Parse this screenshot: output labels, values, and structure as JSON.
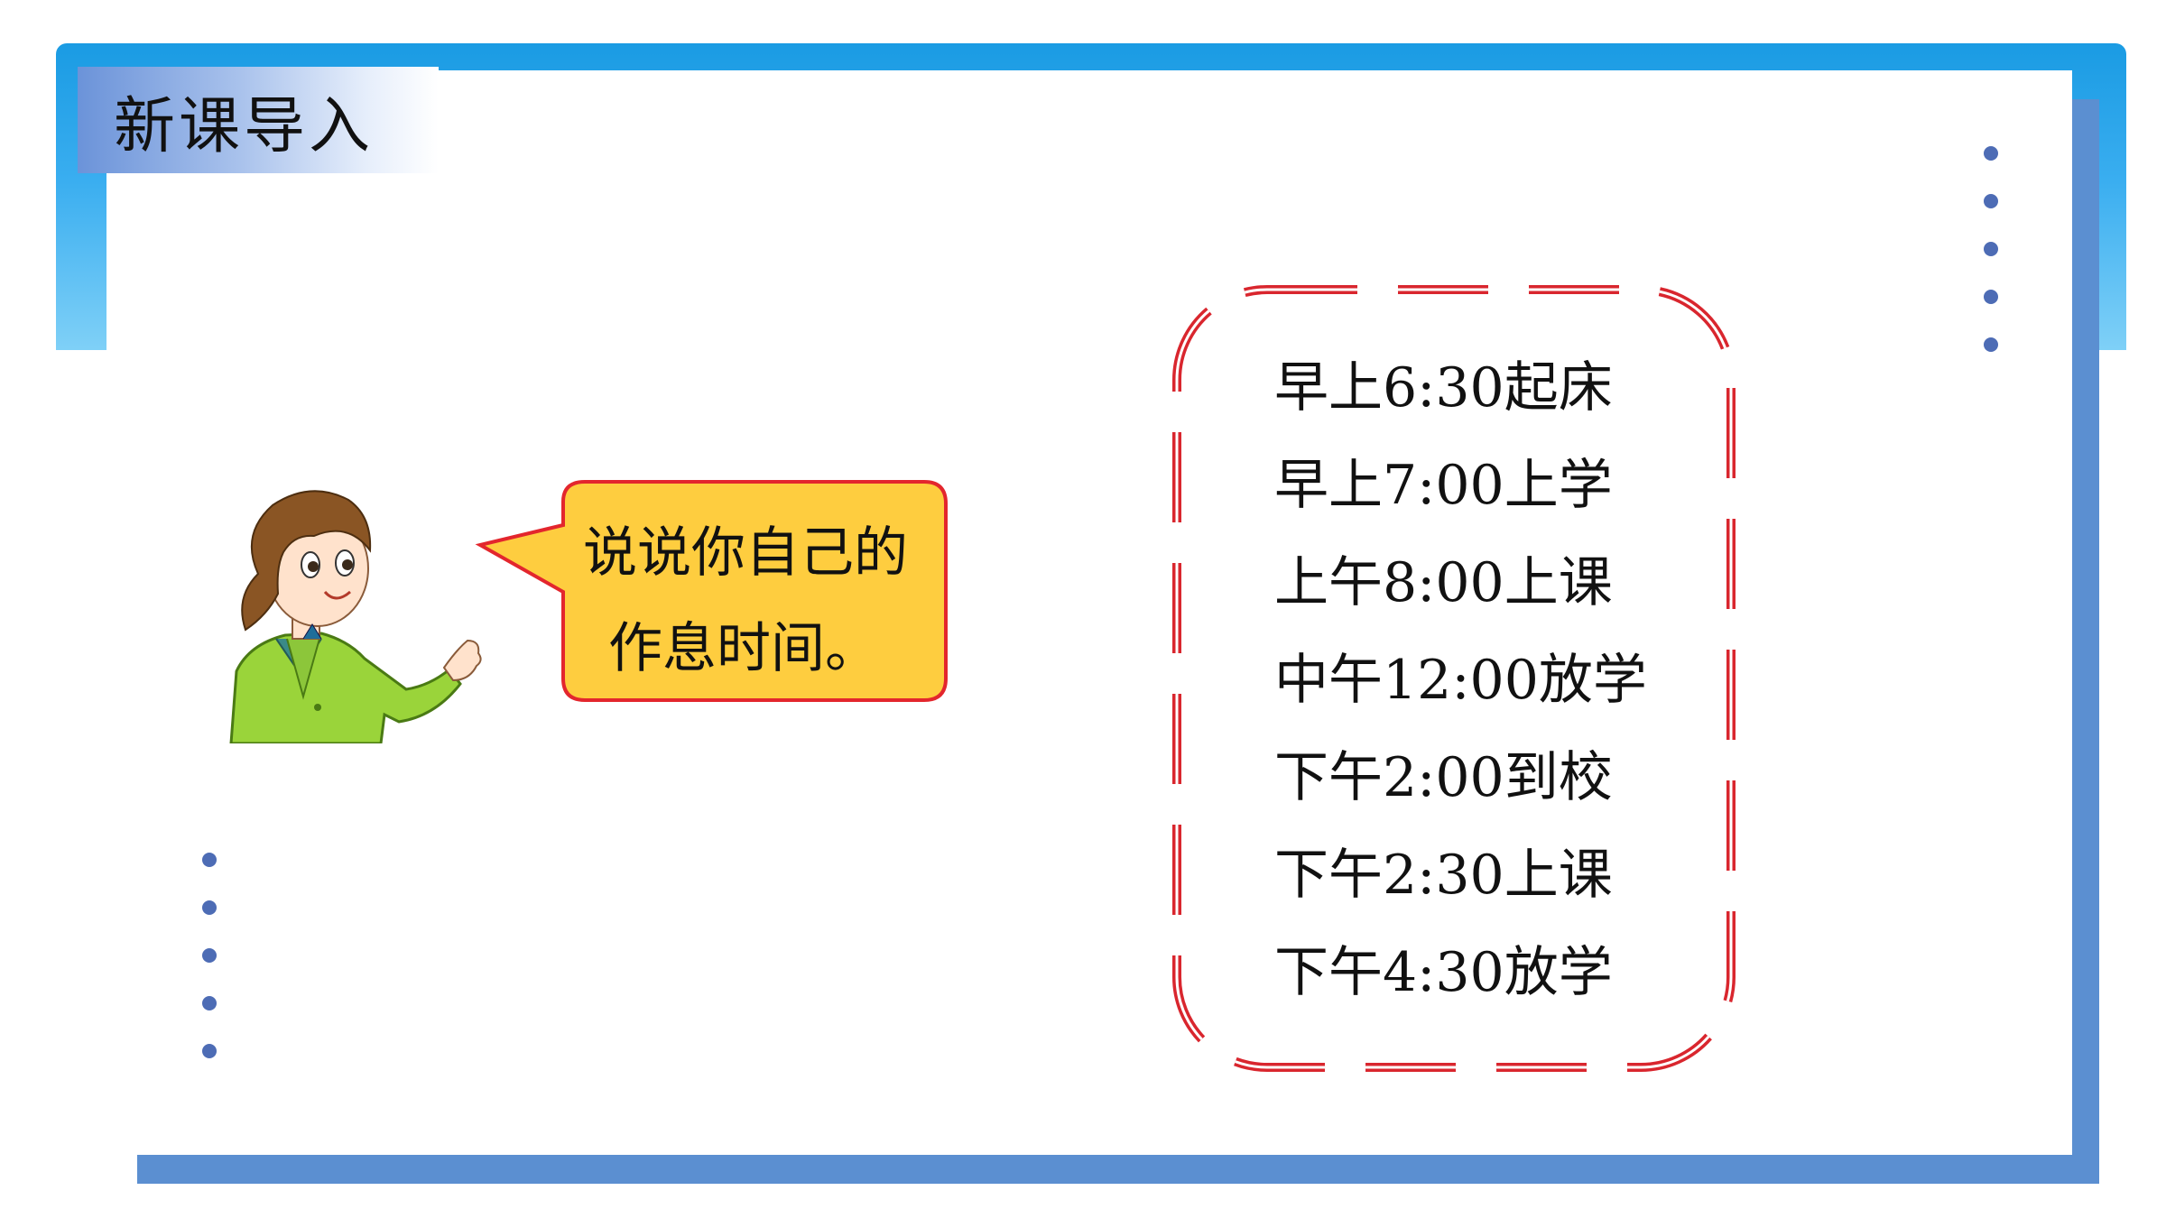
{
  "header": {
    "title": "新课导入"
  },
  "bubble": {
    "line1": "说说你自己的",
    "line2": "作息时间。"
  },
  "schedule": {
    "items": [
      "早上6:30起床",
      "早上7:00上学",
      "上午8:00上课",
      "中午12:00放学",
      "下午2:00到校",
      "下午2:30上课",
      "下午4:30放学"
    ]
  },
  "colors": {
    "frame_blue": "#1a9be3",
    "shadow_blue": "#5b8fd1",
    "dot_blue": "#4d6cb5",
    "dash_red": "#d9262e",
    "bubble_yellow": "#fecd3f",
    "bubble_border": "#e3262d"
  }
}
